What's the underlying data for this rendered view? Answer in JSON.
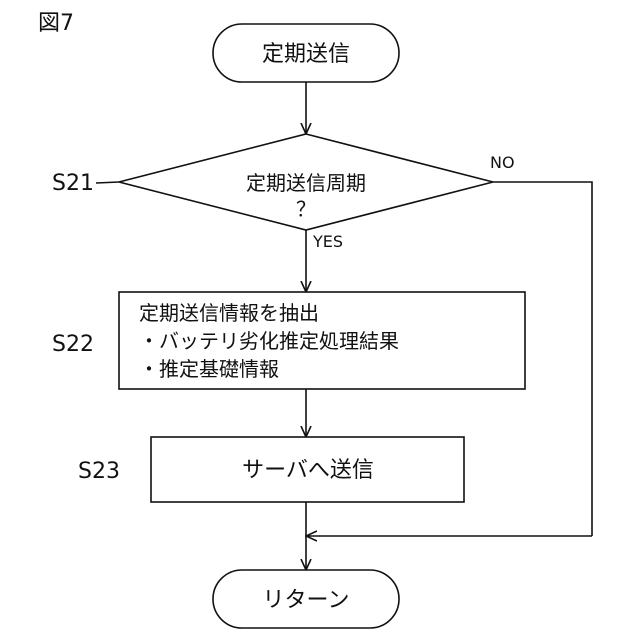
{
  "figure_label": "図7",
  "start": {
    "text": "定期送信"
  },
  "decision": {
    "step": "S21",
    "line1": "定期送信周期",
    "line2": "？",
    "yes_label": "YES",
    "no_label": "NO"
  },
  "process_extract": {
    "step": "S22",
    "title": "定期送信情報を抽出",
    "bullet1": "・バッテリ劣化推定処理結果",
    "bullet2": "・推定基礎情報"
  },
  "process_send": {
    "step": "S23",
    "text": "サーバへ送信"
  },
  "end": {
    "text": "リターン"
  }
}
